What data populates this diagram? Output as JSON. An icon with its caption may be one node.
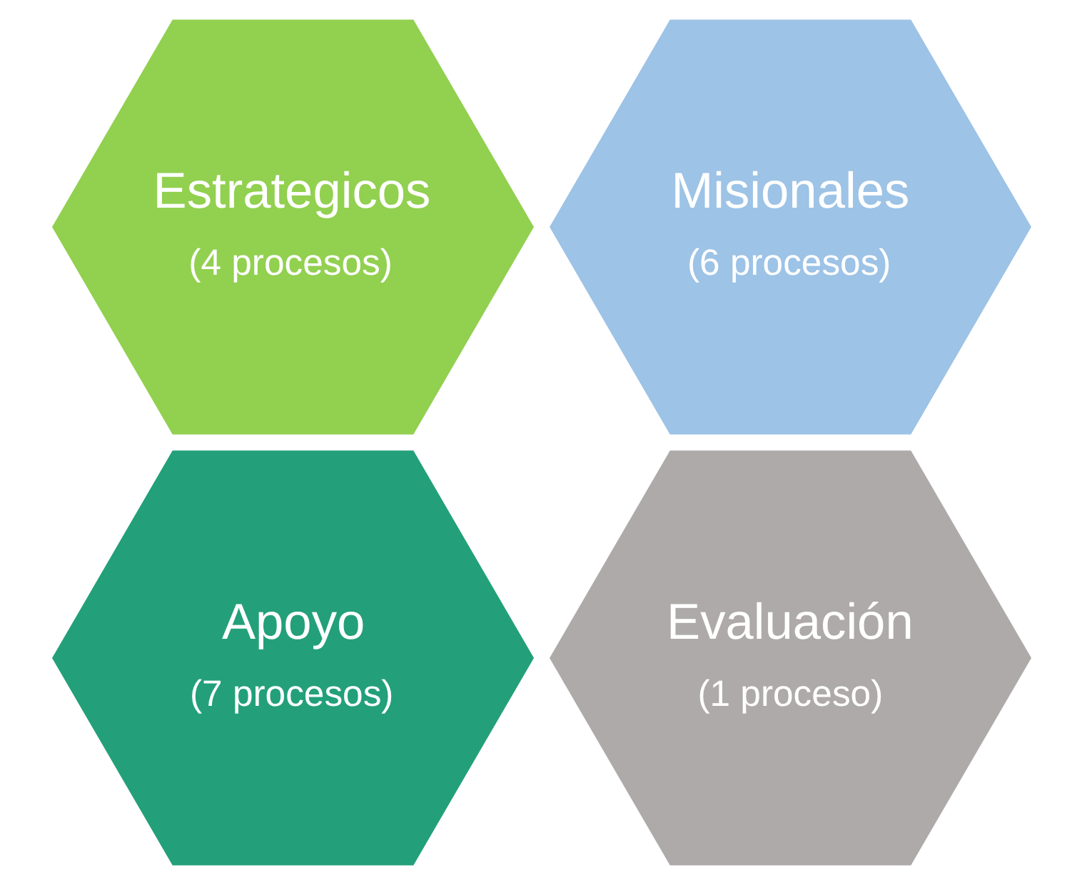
{
  "diagram": {
    "nodes": [
      {
        "text": [
          "Estrategicos",
          "(4 procesos)"
        ]
      },
      {
        "text": [
          "Misionales",
          "(6 procesos)"
        ]
      },
      {
        "text": [
          "Apoyo",
          "(7 procesos)"
        ]
      },
      {
        "text": [
          "Evaluación",
          "(1 proceso)"
        ]
      }
    ]
  }
}
